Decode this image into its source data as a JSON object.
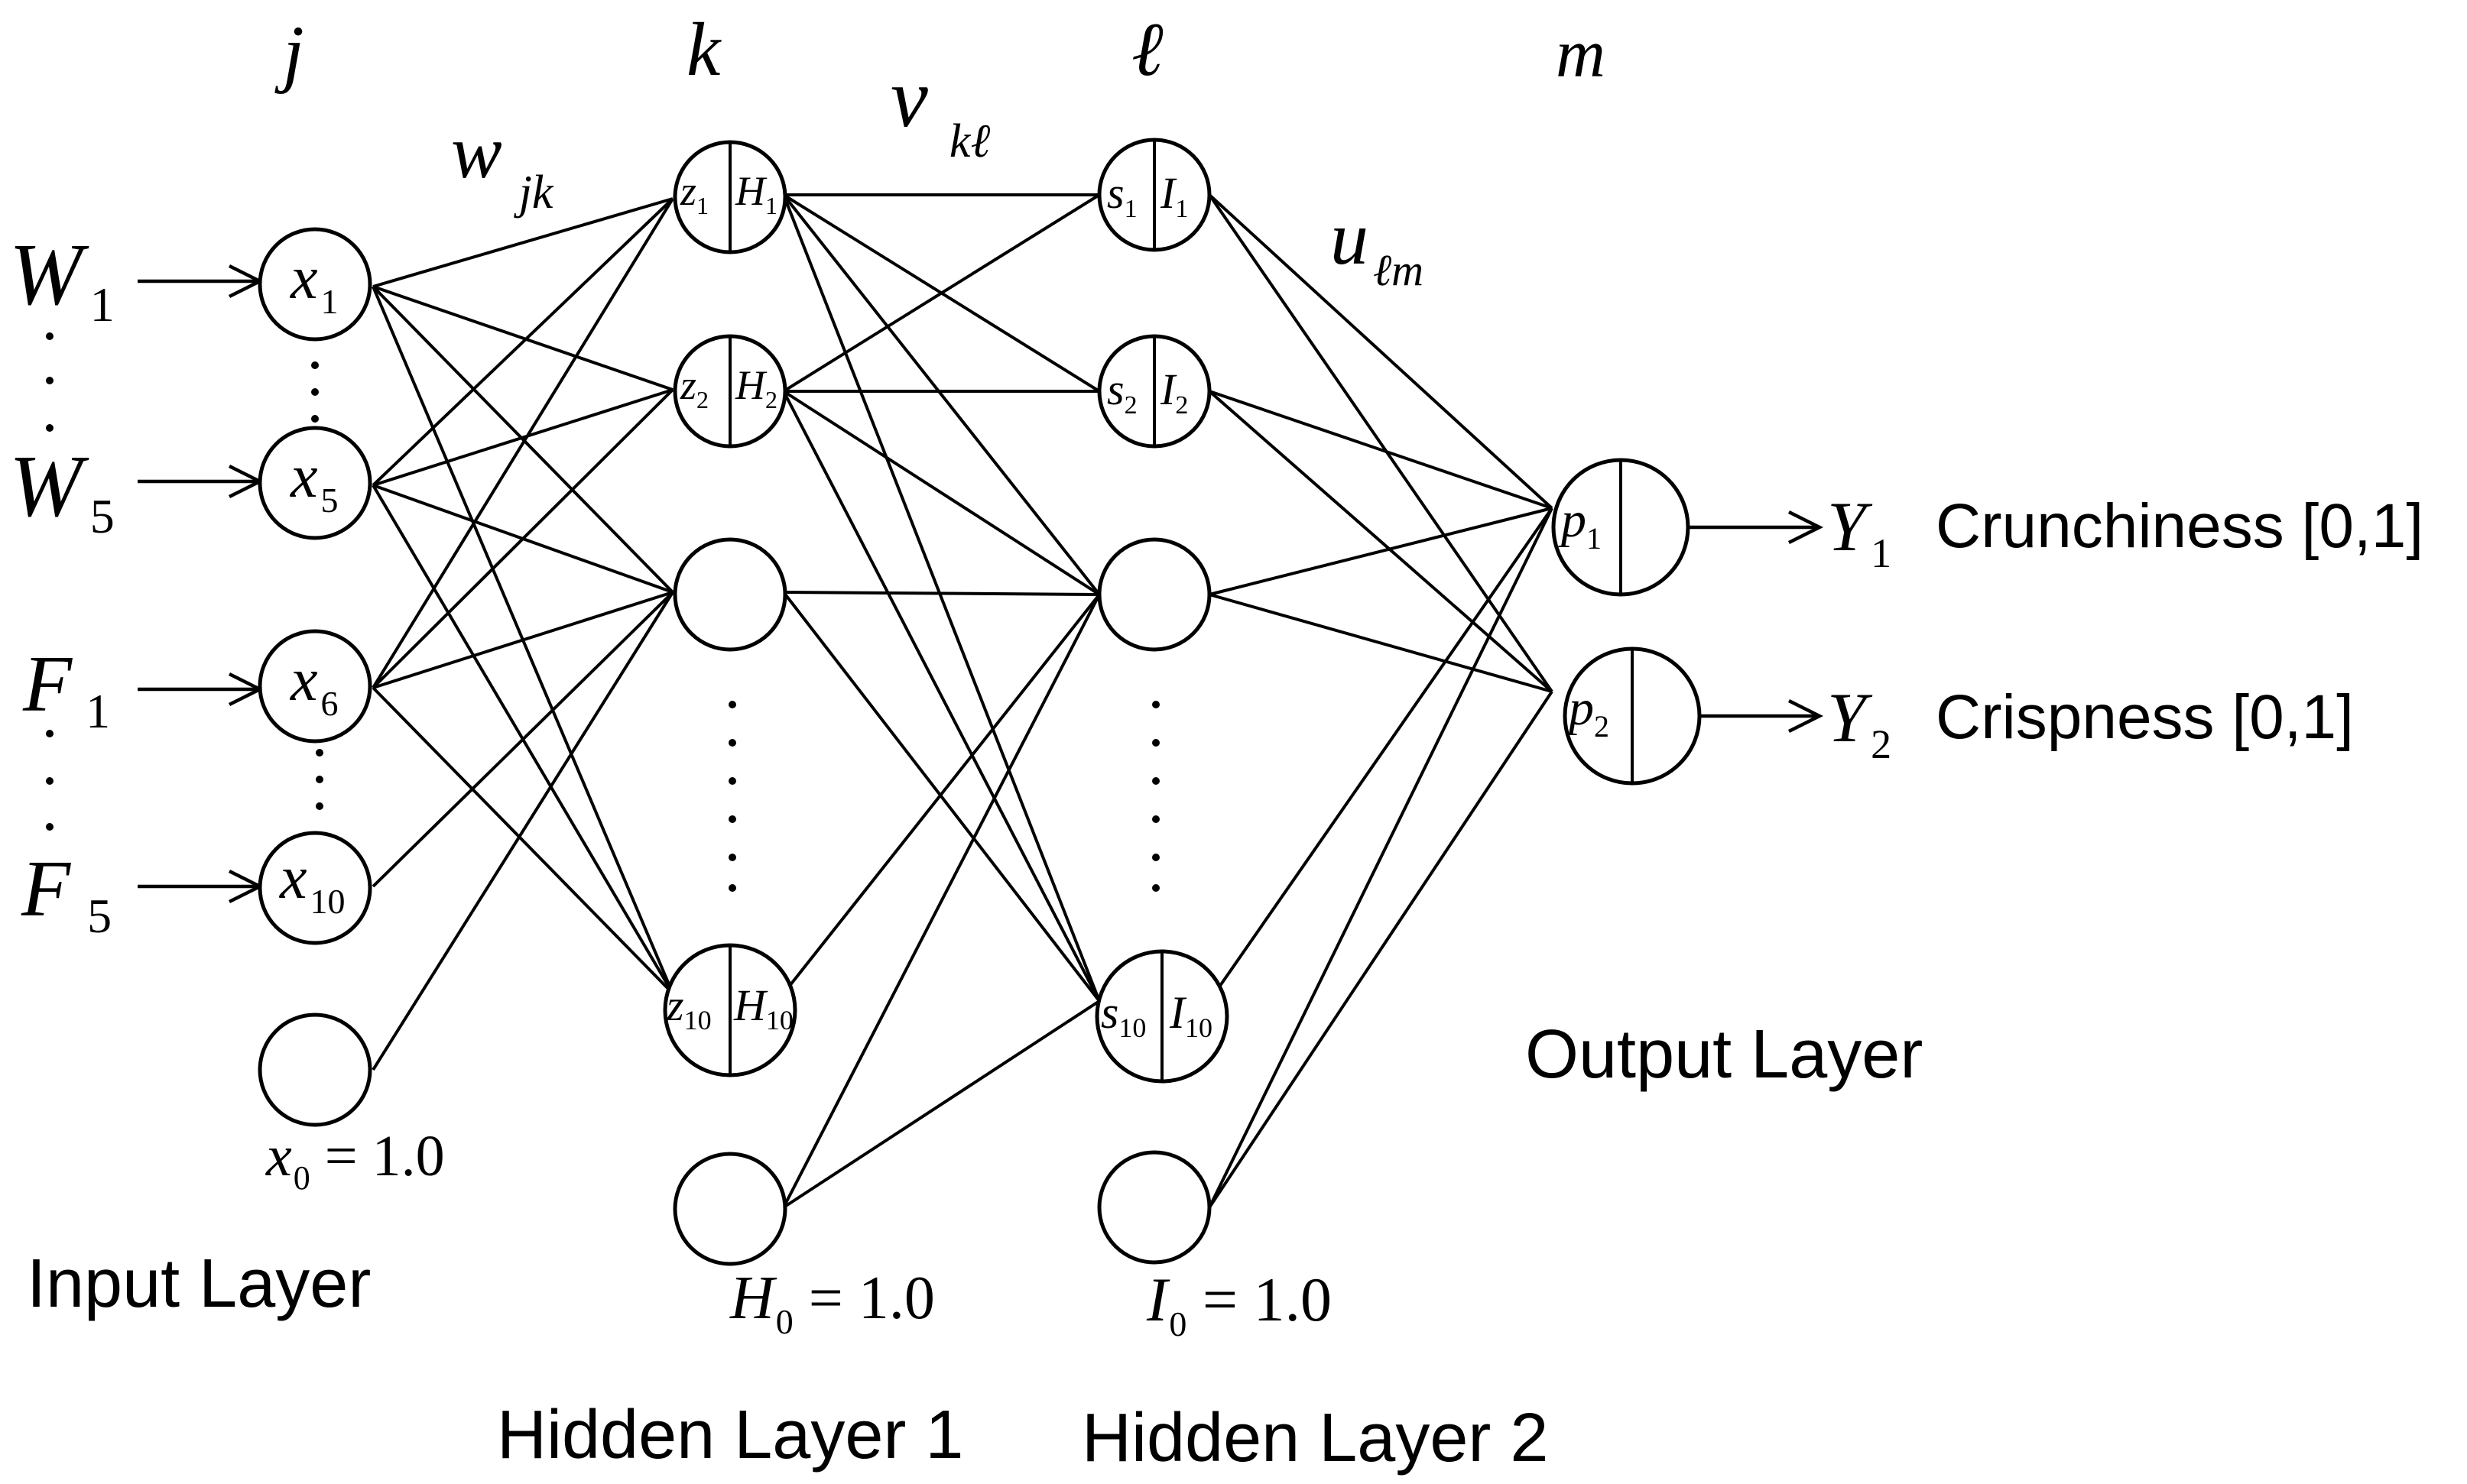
{
  "index_labels": {
    "j": "j",
    "k": "k",
    "l": "ℓ",
    "m": "m"
  },
  "weight_labels": {
    "w": {
      "base": "w",
      "sub": "jk"
    },
    "v": {
      "base": "v",
      "sub": "kℓ"
    },
    "u": {
      "base": "u",
      "sub": "ℓm"
    }
  },
  "inputs": [
    {
      "base": "W",
      "sub": "1"
    },
    {
      "base": "W",
      "sub": "5"
    },
    {
      "base": "F",
      "sub": "1"
    },
    {
      "base": "F",
      "sub": "5"
    }
  ],
  "input_layer": {
    "nodes": [
      {
        "base": "x",
        "sub": "1"
      },
      {
        "base": "x",
        "sub": "5"
      },
      {
        "base": "x",
        "sub": "6"
      },
      {
        "base": "x",
        "sub": "10"
      }
    ],
    "bias": {
      "base": "x",
      "sub": "0",
      "rest": " = 1.0"
    },
    "title": "Input Layer"
  },
  "hidden_layer_1": {
    "nodes": [
      {
        "left": "z",
        "left_sub": "1",
        "right": "H",
        "right_sub": "1"
      },
      {
        "left": "z",
        "left_sub": "2",
        "right": "H",
        "right_sub": "2"
      },
      {
        "left": "z",
        "left_sub": "10",
        "right": "H",
        "right_sub": "10"
      }
    ],
    "bias": {
      "base": "H",
      "sub": "0",
      "rest": " = 1.0"
    },
    "title": "Hidden Layer 1"
  },
  "hidden_layer_2": {
    "nodes": [
      {
        "left": "s",
        "left_sub": "1",
        "right": "I",
        "right_sub": "1"
      },
      {
        "left": "s",
        "left_sub": "2",
        "right": "I",
        "right_sub": "2"
      },
      {
        "left": "s",
        "left_sub": "10",
        "right": "I",
        "right_sub": "10"
      }
    ],
    "bias": {
      "base": "I",
      "sub": "0",
      "rest": " = 1.0"
    },
    "title": "Hidden Layer 2"
  },
  "output_layer": {
    "nodes": [
      {
        "base": "p",
        "sub": "1"
      },
      {
        "base": "p",
        "sub": "2"
      }
    ],
    "title": "Output Layer"
  },
  "outputs": [
    {
      "base": "Y",
      "sub": "1",
      "label": "Crunchiness [0,1]"
    },
    {
      "base": "Y",
      "sub": "2",
      "label": "Crispness [0,1]"
    }
  ]
}
